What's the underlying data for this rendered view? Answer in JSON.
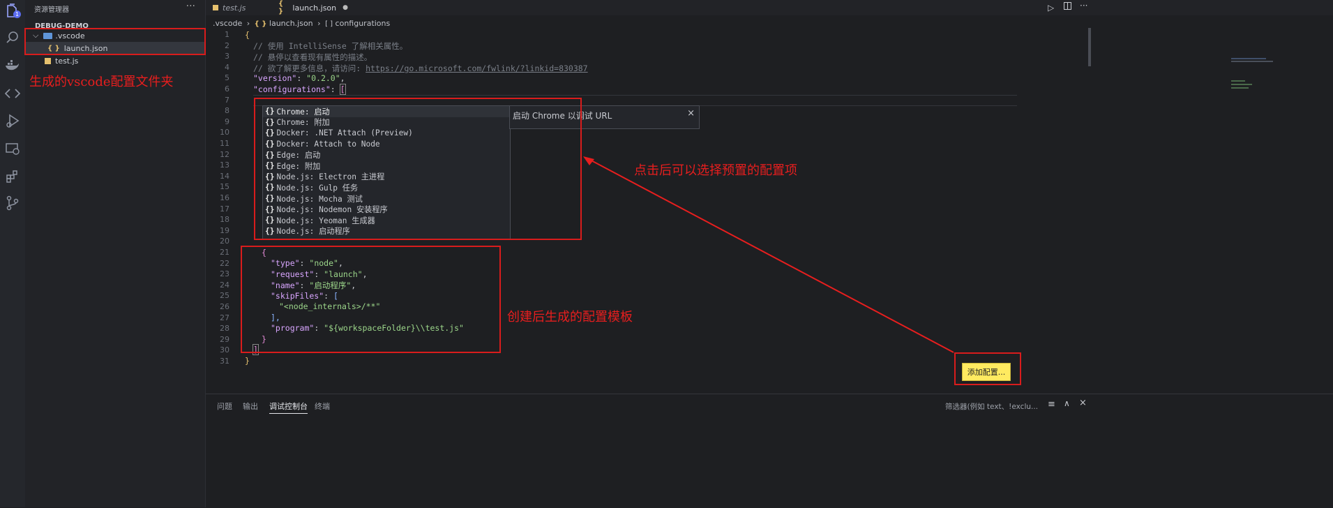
{
  "sidebar": {
    "title": "资源管理器",
    "more": "···",
    "folder": "DEBUG-DEMO",
    "items": [
      {
        "label": ".vscode",
        "type": "folder"
      },
      {
        "label": "launch.json",
        "type": "json",
        "icon": "{ }"
      },
      {
        "label": "test.js",
        "type": "js",
        "icon": "JS"
      }
    ]
  },
  "activity": {
    "badge": "1"
  },
  "tabs": [
    {
      "label": "test.js",
      "icon": "JS"
    },
    {
      "label": "launch.json",
      "icon": "{ }",
      "dirty": "●"
    }
  ],
  "breadcrumb": {
    "folder": ".vscode",
    "sep": "›",
    "file": "launch.json",
    "node": "configurations",
    "file_icon": "{ }",
    "node_icon": "[ ]"
  },
  "editor": {
    "lines": [
      "1",
      "2",
      "3",
      "4",
      "5",
      "6",
      "7",
      "8",
      "9",
      "10",
      "11",
      "12",
      "13",
      "14",
      "15",
      "16",
      "17",
      "18",
      "19",
      "20",
      "21",
      "22",
      "23",
      "24",
      "25",
      "26",
      "27",
      "28",
      "29",
      "30",
      "31"
    ],
    "code": {
      "l1": "{",
      "l2": "// 使用 IntelliSense 了解相关属性。",
      "l3": "// 悬停以查看现有属性的描述。",
      "l4a": "// 欲了解更多信息，请访问: ",
      "l4b": "https://go.microsoft.com/fwlink/?linkid=830387",
      "l5k": "\"version\"",
      "l5v": "\"0.2.0\"",
      "l6k": "\"configurations\"",
      "l6b": "[",
      "l21": "{",
      "l22k": "\"type\"",
      "l22v": "\"node\"",
      "l23k": "\"request\"",
      "l23v": "\"launch\"",
      "l24k": "\"name\"",
      "l24v": "\"启动程序\"",
      "l25k": "\"skipFiles\"",
      "l25b": "[",
      "l26v": "\"<node_internals>/**\"",
      "l27": "],",
      "l28k": "\"program\"",
      "l28v": "\"${workspaceFolder}\\\\test.js\"",
      "l29": "}",
      "l30": "]",
      "l31": "}"
    }
  },
  "suggest": {
    "icon": "{}",
    "items": [
      "Chrome: 启动",
      "Chrome: 附加",
      "Docker: .NET Attach (Preview)",
      "Docker: Attach to Node",
      "Edge: 启动",
      "Edge: 附加",
      "Node.js: Electron 主进程",
      "Node.js: Gulp 任务",
      "Node.js: Mocha 测试",
      "Node.js: Nodemon 安装程序",
      "Node.js: Yeoman 生成器",
      "Node.js: 启动程序"
    ],
    "detail": "启动 Chrome 以调试 URL",
    "close": "×"
  },
  "annotations": {
    "folder": "生成的vscode配置文件夹",
    "select": "点击后可以选择预置的配置项",
    "template": "创建后生成的配置模板"
  },
  "add_config": "添加配置...",
  "panel": {
    "tabs": [
      "问题",
      "输出",
      "调试控制台",
      "终端"
    ],
    "filter_placeholder": "筛选器(例如 text、!exclu..."
  },
  "colors": {
    "annotation": "#e81e1e",
    "button": "#ffea60"
  }
}
